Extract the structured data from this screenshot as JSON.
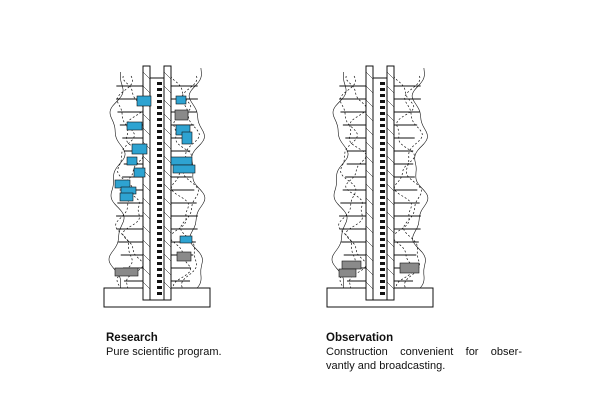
{
  "colors": {
    "line": "#111111",
    "accent": "#2ea3d1",
    "gray": "#8a8a8a",
    "background": "#ffffff"
  },
  "panels": [
    {
      "id": "research",
      "title": "Research",
      "description": "Pure scientific program."
    },
    {
      "id": "observation",
      "title": "Observation",
      "description": "Construction convenient for obser-vantly and broadcasting."
    }
  ]
}
